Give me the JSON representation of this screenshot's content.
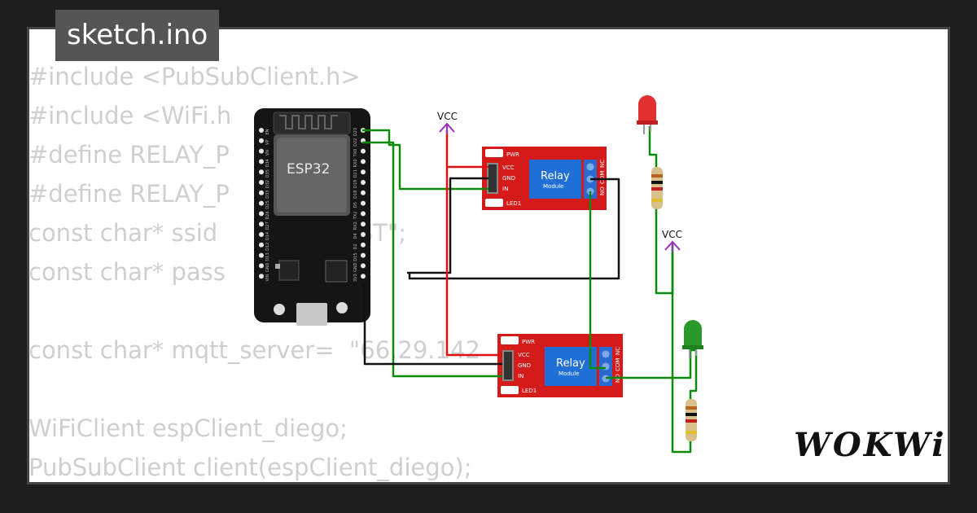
{
  "tab": {
    "title": "sketch.ino"
  },
  "code": {
    "lines": [
      "#include <PubSubClient.h>",
      "#include <WiFi.h",
      "#define RELAY_P",
      "#define RELAY_P",
      "const char* ssid            GUEST\";",
      "const char* pass",
      "",
      "const char* mqtt_server=  \"66.29.142",
      "",
      "WiFiClient espClient_diego;",
      "PubSubClient client(espClient_diego);"
    ]
  },
  "esp32": {
    "chip_label": "ESP32",
    "left_pins": [
      "EN",
      "VP",
      "VN",
      "D34",
      "D35",
      "D32",
      "D33",
      "D25",
      "D26",
      "D27",
      "D14",
      "D12",
      "D13",
      "GND",
      "VIN"
    ],
    "right_pins": [
      "D23",
      "D22",
      "TX0",
      "RX0",
      "D21",
      "D19",
      "D18",
      "D5",
      "TX2",
      "RX2",
      "D4",
      "D2",
      "D15",
      "GND",
      "3V3"
    ]
  },
  "relay_top": {
    "title": "Relay",
    "subtitle": "Module",
    "pwr": "PWR",
    "led": "LED1",
    "pins": [
      "VCC",
      "GND",
      "IN"
    ],
    "terminals": [
      "NO",
      "COM",
      "NC"
    ]
  },
  "relay_bottom": {
    "title": "Relay",
    "subtitle": "Module",
    "pwr": "PWR",
    "led": "LED1",
    "pins": [
      "VCC",
      "GND",
      "IN"
    ],
    "terminals": [
      "NO",
      "COM",
      "NC"
    ]
  },
  "vcc_labels": {
    "a": "VCC",
    "b": "VCC"
  },
  "brand": {
    "logo": "WOKWi"
  },
  "colors": {
    "board": "#151515",
    "relay_red": "#d51a1a",
    "relay_blue": "#1f6fd6",
    "wire_green": "#0b8a0b",
    "wire_red": "#e01010",
    "wire_black": "#111111",
    "vcc_purple": "#a030c0",
    "led_red": "#e03030",
    "led_green": "#2a9a2a"
  }
}
